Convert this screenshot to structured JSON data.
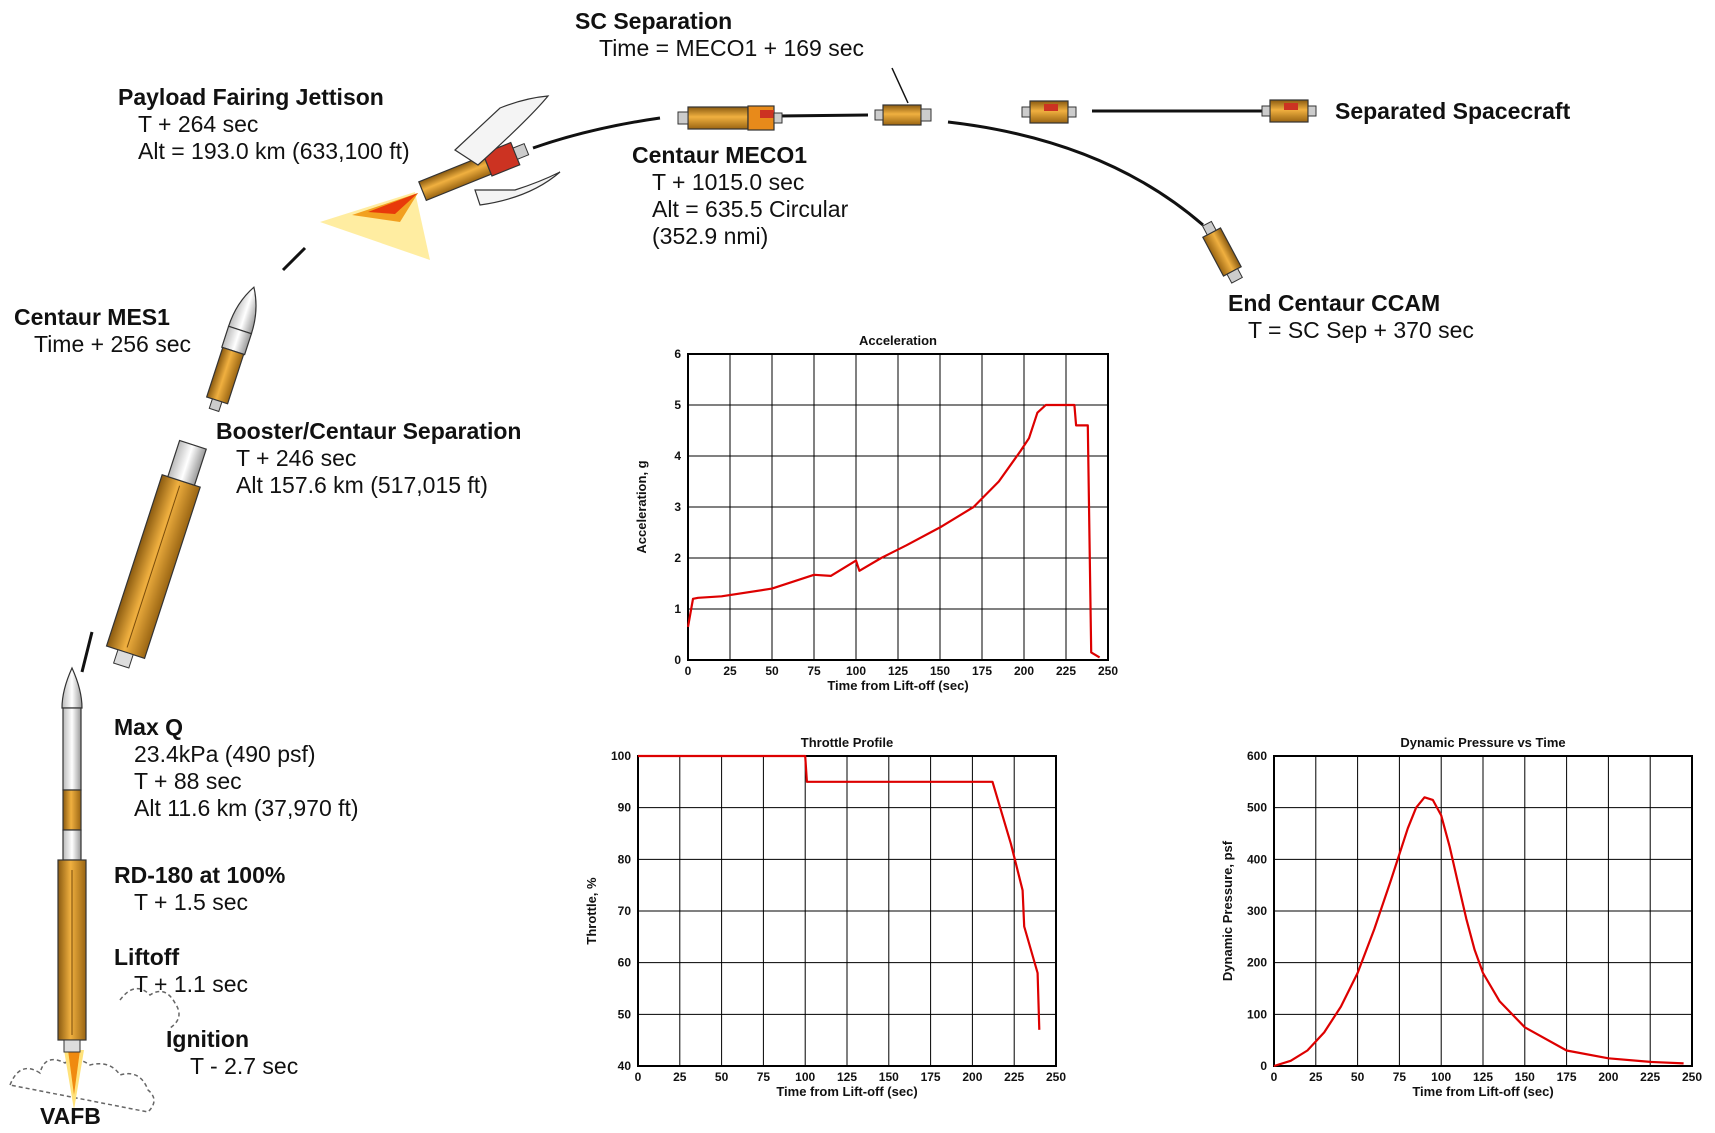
{
  "events": {
    "sc_sep": {
      "title": "SC  Separation",
      "lines": [
        "Time = MECO1 + 169 sec"
      ]
    },
    "fairing": {
      "title": "Payload Fairing Jettison",
      "lines": [
        "T + 264 sec",
        "Alt = 193.0 km (633,100 ft)"
      ]
    },
    "separated": {
      "title": "Separated Spacecraft",
      "lines": []
    },
    "meco1": {
      "title": "Centaur MECO1",
      "lines": [
        "T + 1015.0 sec",
        "Alt = 635.5 Circular",
        "(352.9 nmi)"
      ]
    },
    "mes1": {
      "title": "Centaur MES1",
      "lines": [
        "Time + 256 sec"
      ]
    },
    "booster_sep": {
      "title": "Booster/Centaur Separation",
      "lines": [
        "T + 246 sec",
        "Alt 157.6 km (517,015 ft)"
      ]
    },
    "ccam": {
      "title": "End Centaur CCAM",
      "lines": [
        "T = SC Sep + 370 sec"
      ]
    },
    "maxq": {
      "title": "Max Q",
      "lines": [
        "23.4kPa (490 psf)",
        "T + 88 sec",
        "Alt 11.6 km (37,970 ft)"
      ]
    },
    "rd180": {
      "title": "RD-180 at 100%",
      "lines": [
        "T + 1.5 sec"
      ]
    },
    "liftoff": {
      "title": "Liftoff",
      "lines": [
        "T + 1.1 sec"
      ]
    },
    "ignition": {
      "title": "Ignition",
      "lines": [
        "T - 2.7 sec"
      ]
    },
    "vafb": {
      "title": "VAFB",
      "lines": []
    }
  },
  "colors": {
    "curve": "#dd0000",
    "rocket_body": "#d9931c",
    "plume": "#ffe27a",
    "flame": "#e83a0a"
  },
  "chart_data": [
    {
      "id": "acceleration",
      "type": "line",
      "title": "Acceleration",
      "xlabel": "Time from Lift-off (sec)",
      "ylabel": "Acceleration, g",
      "xlim": [
        0,
        250
      ],
      "ylim": [
        0,
        6
      ],
      "xticks": [
        0,
        25,
        50,
        75,
        100,
        125,
        150,
        175,
        200,
        225,
        250
      ],
      "yticks": [
        0,
        1,
        2,
        3,
        4,
        5,
        6
      ],
      "grid": true,
      "series": [
        {
          "x": [
            0,
            3,
            6,
            20,
            50,
            75,
            85,
            100,
            102,
            115,
            130,
            150,
            170,
            185,
            198,
            203,
            208,
            213,
            230,
            231,
            238,
            240,
            245
          ],
          "y": [
            0.65,
            1.2,
            1.22,
            1.25,
            1.4,
            1.67,
            1.65,
            1.95,
            1.75,
            2.0,
            2.25,
            2.6,
            3.0,
            3.5,
            4.1,
            4.35,
            4.85,
            5.0,
            5.0,
            4.6,
            4.6,
            0.15,
            0.05
          ]
        }
      ]
    },
    {
      "id": "throttle",
      "type": "line",
      "title": "Throttle Profile",
      "xlabel": "Time from Lift-off (sec)",
      "ylabel": "Throttle, %",
      "xlim": [
        0,
        250
      ],
      "ylim": [
        40,
        100
      ],
      "xticks": [
        0,
        25,
        50,
        75,
        100,
        125,
        150,
        175,
        200,
        225,
        250
      ],
      "yticks": [
        40,
        50,
        60,
        70,
        80,
        90,
        100
      ],
      "grid": true,
      "series": [
        {
          "x": [
            0,
            100,
            101,
            212,
            223,
            230,
            231,
            239,
            240
          ],
          "y": [
            100,
            100,
            95,
            95,
            83,
            74,
            67,
            58,
            47
          ]
        }
      ]
    },
    {
      "id": "dynamic_pressure",
      "type": "line",
      "title": "Dynamic Pressure vs Time",
      "xlabel": "Time from Lift-off (sec)",
      "ylabel": "Dynamic Pressure, psf",
      "xlim": [
        0,
        250
      ],
      "ylim": [
        0,
        600
      ],
      "xticks": [
        0,
        25,
        50,
        75,
        100,
        125,
        150,
        175,
        200,
        225,
        250
      ],
      "yticks": [
        0,
        100,
        200,
        300,
        400,
        500,
        600
      ],
      "grid": true,
      "series": [
        {
          "x": [
            0,
            10,
            20,
            30,
            40,
            50,
            60,
            70,
            80,
            85,
            90,
            95,
            100,
            105,
            110,
            115,
            120,
            125,
            135,
            150,
            175,
            200,
            225,
            245
          ],
          "y": [
            0,
            10,
            30,
            65,
            115,
            180,
            265,
            360,
            460,
            500,
            520,
            515,
            485,
            425,
            355,
            285,
            225,
            180,
            125,
            75,
            30,
            15,
            8,
            5
          ]
        }
      ]
    }
  ]
}
